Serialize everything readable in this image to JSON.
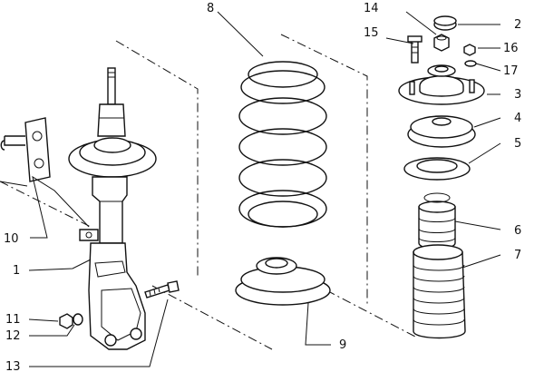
{
  "diagram": {
    "labels": {
      "p1": "1",
      "p2": "2",
      "p3": "3",
      "p4": "4",
      "p5": "5",
      "p6": "6",
      "p7": "7",
      "p8": "8",
      "p9": "9",
      "p10": "10",
      "p11": "11",
      "p12": "12",
      "p13": "13",
      "p14": "14",
      "p15": "15",
      "p16": "16",
      "p17": "17"
    }
  }
}
